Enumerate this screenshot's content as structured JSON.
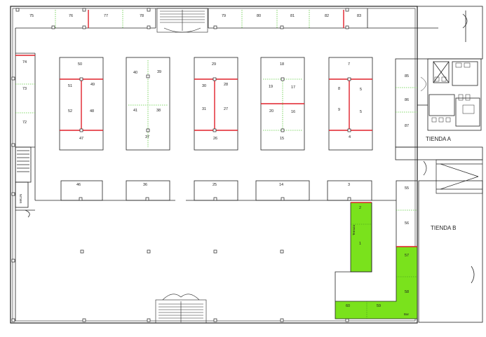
{
  "stalls": {
    "s75": "75",
    "s76": "76",
    "s77": "77",
    "s78": "78",
    "s79": "79",
    "s80": "80",
    "s81": "81",
    "s82": "82",
    "s83": "83",
    "s74": "74",
    "s73": "73",
    "s72": "72",
    "s50": "50",
    "s51": "51",
    "s49": "49",
    "s52": "52",
    "s48": "48",
    "s47": "47",
    "s40": "40",
    "s39": "39",
    "s41": "41",
    "s38": "38",
    "s37": "37",
    "s29": "29",
    "s30": "30",
    "s28": "28",
    "s31": "31",
    "s27": "27",
    "s26": "26",
    "s18": "18",
    "s19": "19",
    "s17": "17",
    "s20": "20",
    "s16": "16",
    "s15": "15",
    "s7": "7",
    "s8": "8",
    "s5a": "5",
    "s9": "9",
    "s5b": "5",
    "s4": "4",
    "s85": "85",
    "s86": "86",
    "s87": "87",
    "s46": "46",
    "s36": "36",
    "s25": "25",
    "s14": "14",
    "s3": "3",
    "s55": "55",
    "s56": "56",
    "s57": "57",
    "s58": "58",
    "s2": "2",
    "s1": "1",
    "s60": "60",
    "s59": "59"
  },
  "labels": {
    "tienda_a": "TIENDA A",
    "tienda_b": "TIENDA B",
    "terraza": "Terraza",
    "bar": "Bar",
    "mkun": "MKUN"
  },
  "colors": {
    "wall": "#222222",
    "divider_red": "#e0202a",
    "divider_green": "#5ecb3c",
    "terrace_fill": "#7ae21c"
  }
}
